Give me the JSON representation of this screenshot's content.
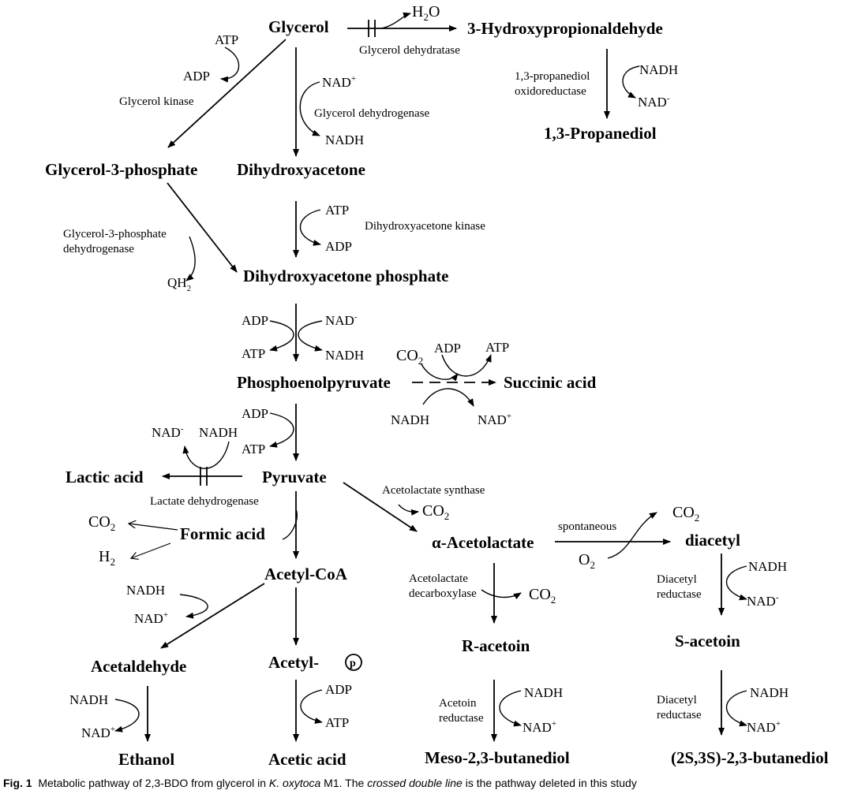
{
  "metabolites": {
    "glycerol": "Glycerol",
    "hpa": "3-Hydroxypropionaldehyde",
    "propanediol": "1,3-Propanediol",
    "g3p": "Glycerol-3-phosphate",
    "dha": "Dihydroxyacetone",
    "dhap": "Dihydroxyacetone phosphate",
    "pep": "Phosphoenolpyruvate",
    "succinic": "Succinic acid",
    "pyruvate": "Pyruvate",
    "lactic": "Lactic acid",
    "formic": "Formic acid",
    "acetylcoa": "Acetyl-CoA",
    "acetolactate": "α-Acetolactate",
    "diacetyl": "diacetyl",
    "acetaldehyde": "Acetaldehyde",
    "acetylp": "Acetyl-",
    "phospho_symbol": "p",
    "racetoin": "R-acetoin",
    "sacetoin": "S-acetoin",
    "ethanol": "Ethanol",
    "acetic": "Acetic acid",
    "meso": "Meso-2,3-butanediol",
    "ssbdo": "(2S,3S)-2,3-butanediol"
  },
  "enzymes": {
    "glycerol_dehydratase": "Glycerol dehydratase",
    "pdor_1": "1,3-propanediol",
    "pdor_2": "oxidoreductase",
    "glycerol_kinase": "Glycerol kinase",
    "glycerol_dehydrogenase": "Glycerol dehydrogenase",
    "dha_kinase": "Dihydroxyacetone kinase",
    "g3p_dh_1": "Glycerol-3-phosphate",
    "g3p_dh_2": "dehydrogenase",
    "ldh": "Lactate dehydrogenase",
    "als": "Acetolactate synthase",
    "spontaneous": "spontaneous",
    "ald_1": "Acetolactate",
    "ald_2": "decarboxylase",
    "dar_1": "Diacetyl",
    "dar_2": "reductase",
    "ar_1": "Acetoin",
    "ar_2": "reductase",
    "dar2_1": "Diacetyl",
    "dar2_2": "reductase"
  },
  "cofactors": {
    "h2o": "H",
    "h2o_sub": "2",
    "h2o_end": "O",
    "nadh_pdor": "NADH",
    "nad_pdor": "NAD",
    "nad_pdor_sup": "-",
    "atp_gk": "ATP",
    "adp_gk": "ADP",
    "nad_gdh": "NAD",
    "nad_gdh_sup": "+",
    "nadh_gdh": "NADH",
    "atp_dhak": "ATP",
    "adp_dhak": "ADP",
    "qh2": "QH",
    "qh2_sub": "2",
    "adp_pep": "ADP",
    "atp_pep": "ATP",
    "nad_pep": "NAD",
    "nad_pep_sup": "-",
    "nadh_pep": "NADH",
    "co2_succ": "CO",
    "co2_succ_sub": "2",
    "adp_succ": "ADP",
    "atp_succ": "ATP",
    "nadh_succ": "NADH",
    "nad_succ": "NAD",
    "nad_succ_sup": "+",
    "adp_pyr": "ADP",
    "atp_pyr": "ATP",
    "nad_ldh": "NAD",
    "nad_ldh_sup": "-",
    "nadh_ldh": "NADH",
    "co2_als": "CO",
    "co2_als_sub": "2",
    "co2_diac": "CO",
    "co2_diac_sub": "2",
    "o2": "O",
    "o2_sub": "2",
    "co2_formic": "CO",
    "co2_formic_sub": "2",
    "h2_formic": "H",
    "h2_formic_sub": "2",
    "co2_ald": "CO",
    "co2_ald_sub": "2",
    "nadh_dar": "NADH",
    "nad_dar": "NAD",
    "nad_dar_sup": "-",
    "nadh_acald": "NADH",
    "nad_acald": "NAD",
    "nad_acald_sup": "+",
    "adp_acp": "ADP",
    "atp_acp": "ATP",
    "nadh_eth": "NADH",
    "nad_eth": "NAD",
    "nad_eth_sup": "+",
    "nadh_ar": "NADH",
    "nad_ar": "NAD",
    "nad_ar_sup": "+",
    "nadh_dar2": "NADH",
    "nad_dar2": "NAD",
    "nad_dar2_sup": "+"
  },
  "caption": {
    "fig_label": "Fig. 1",
    "part1": "Metabolic pathway of 2,3-BDO from glycerol in ",
    "species": "K. oxytoca",
    "part2": " M1. The ",
    "crossed": "crossed double line",
    "part3": " is the pathway deleted in this study"
  }
}
